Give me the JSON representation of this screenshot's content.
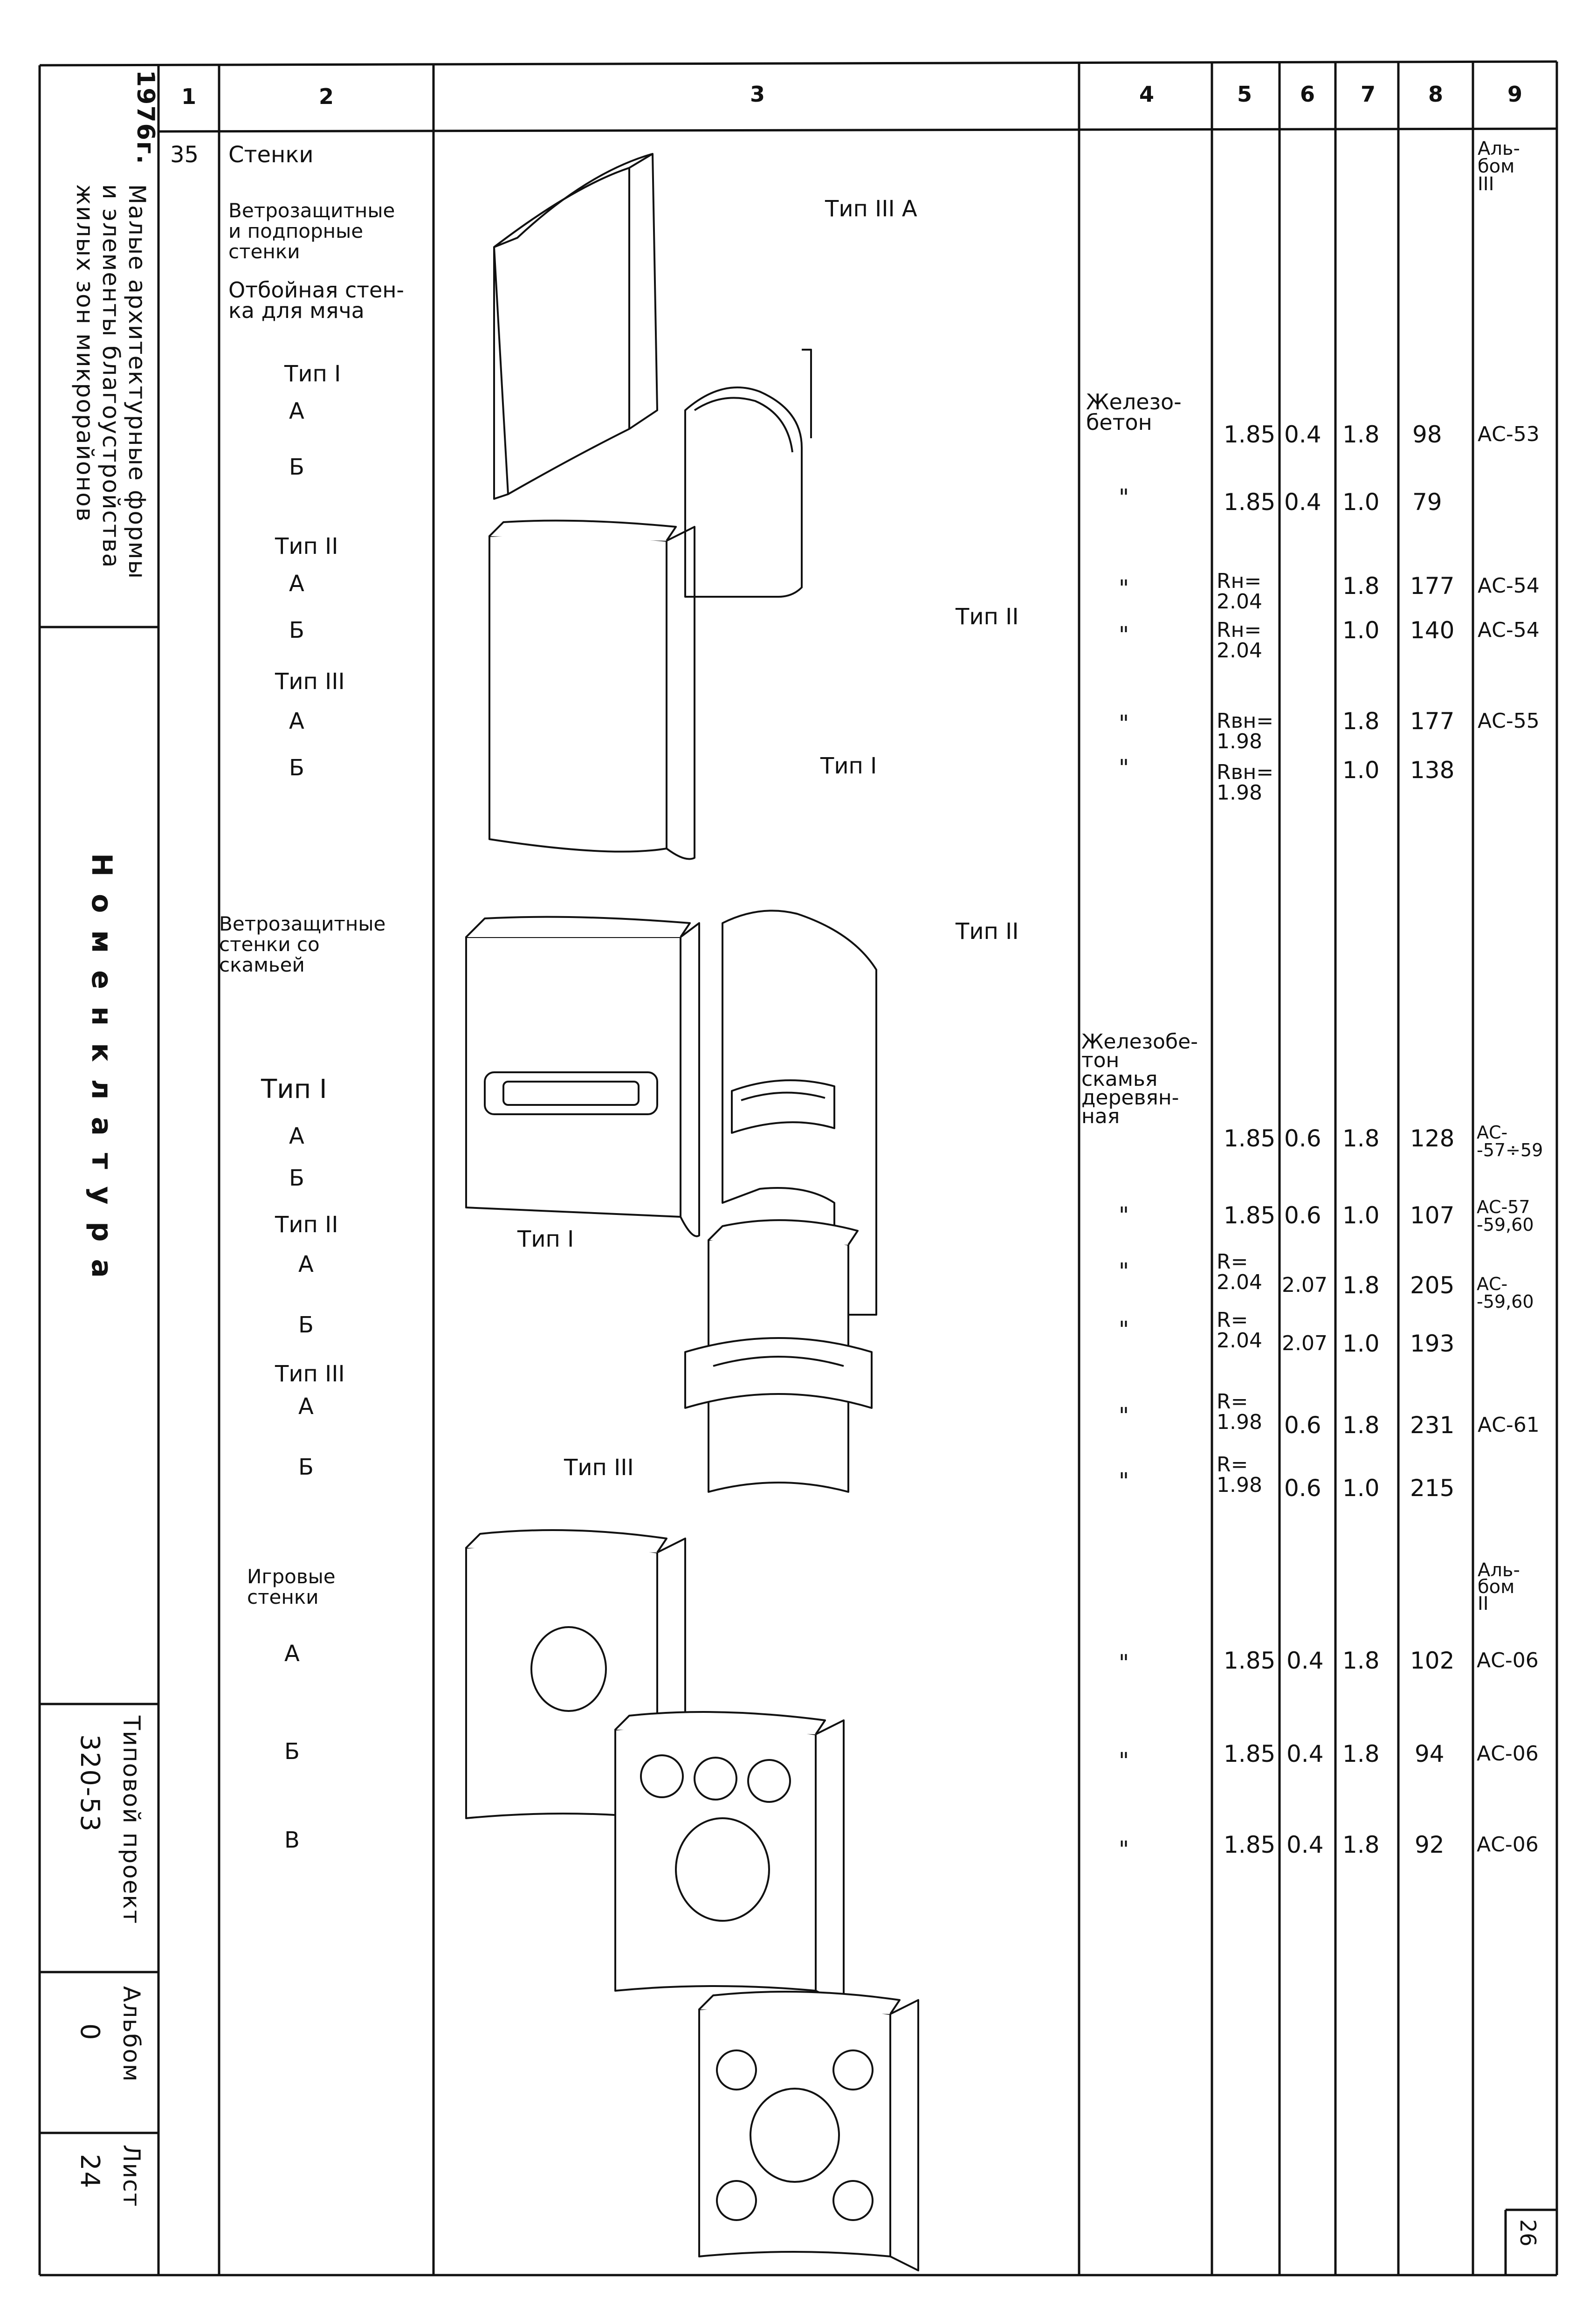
{
  "column_headers": [
    "1",
    "2",
    "3",
    "4",
    "5",
    "6",
    "7",
    "8",
    "9"
  ],
  "side_block": {
    "year": "1976г.",
    "title_lines": [
      "Малые архитектурные формы",
      "и элементы благоустройства",
      "жилых зон микрорайонов"
    ],
    "section": "Н о м е н к л а т у р а",
    "project_label": "Типовой проект",
    "project_number": "320-53",
    "album_label": "Альбом",
    "album_number": "0",
    "sheet_label": "Лист",
    "sheet_number": "24"
  },
  "row_number": "35",
  "section_title": "Стенки",
  "groups": [
    {
      "heading": "Ветрозащитные\nи подпорные\nстенки",
      "subheading": "Отбойная стен-\nка для мяча",
      "album_ref": "Аль-\nбом\nIII"
    },
    {
      "heading": "Ветрозащитные\nстенки со\nскамьей"
    },
    {
      "heading": "Игровые\nстенки",
      "album_ref": "Аль-\nбом\nII"
    }
  ],
  "rows": [
    {
      "name": "Тип I"
    },
    {
      "name": "А",
      "material": "Железо-\nбетон",
      "c5": "1.85",
      "c6": "0.4",
      "c7": "1.8",
      "c8": "98",
      "c9": "АС-53"
    },
    {
      "name": "Б",
      "material": "\"",
      "c5": "1.85",
      "c6": "0.4",
      "c7": "1.0",
      "c8": "79",
      "c9": ""
    },
    {
      "name": "Тип II"
    },
    {
      "name": "А",
      "material": "\"",
      "c5": "Rн=\n2.04",
      "c6": "",
      "c7": "1.8",
      "c8": "177",
      "c9": "АС-54"
    },
    {
      "name": "Б",
      "material": "\"",
      "c5": "Rн=\n2.04",
      "c6": "",
      "c7": "1.0",
      "c8": "140",
      "c9": "АС-54"
    },
    {
      "name": "Тип III"
    },
    {
      "name": "А",
      "material": "\"",
      "c5": "Rвн=\n1.98",
      "c6": "",
      "c7": "1.8",
      "c8": "177",
      "c9": "АС-55"
    },
    {
      "name": "Б",
      "material": "\"",
      "c5": "Rвн=\n1.98",
      "c6": "",
      "c7": "1.0",
      "c8": "138",
      "c9": ""
    },
    {
      "name": "Тип I"
    },
    {
      "name": "А",
      "material": "Железобе-\nтон\nскамья\nдеревян-\nная",
      "c5": "1.85",
      "c6": "0.6",
      "c7": "1.8",
      "c8": "128",
      "c9": "АС-\n-57÷59"
    },
    {
      "name": "Б",
      "material": "\"",
      "c5": "1.85",
      "c6": "0.6",
      "c7": "1.0",
      "c8": "107",
      "c9": "АС-57\n-59,60"
    },
    {
      "name": "Тип II"
    },
    {
      "name": "А",
      "material": "\"",
      "c5": "R=\n2.04",
      "c6": "2.07",
      "c7": "1.8",
      "c8": "205",
      "c9": "АС-\n-59,60"
    },
    {
      "name": "Б",
      "material": "\"",
      "c5": "R=\n2.04",
      "c6": "2.07",
      "c7": "1.0",
      "c8": "193",
      "c9": ""
    },
    {
      "name": "Тип III"
    },
    {
      "name": "А",
      "material": "\"",
      "c5": "R=\n1.98",
      "c6": "0.6",
      "c7": "1.8",
      "c8": "231",
      "c9": "АС-61"
    },
    {
      "name": "Б",
      "material": "\"",
      "c5": "R=\n1.98",
      "c6": "0.6",
      "c7": "1.0",
      "c8": "215",
      "c9": ""
    },
    {
      "name": "А",
      "material": "\"",
      "c5": "1.85",
      "c6": "0.4",
      "c7": "1.8",
      "c8": "102",
      "c9": "АС-06"
    },
    {
      "name": "Б",
      "material": "\"",
      "c5": "1.85",
      "c6": "0.4",
      "c7": "1.8",
      "c8": "94",
      "c9": "АС-06"
    },
    {
      "name": "В",
      "material": "\"",
      "c5": "1.85",
      "c6": "0.4",
      "c7": "1.8",
      "c8": "92",
      "c9": "АС-06"
    }
  ],
  "drawing_labels": {
    "top_type3a": "Тип III А",
    "top_type2": "Тип II",
    "top_type1": "Тип I",
    "mid_type2": "Тип II",
    "mid_type1": "Тип I",
    "mid_type3": "Тип III"
  },
  "page_number": "26"
}
